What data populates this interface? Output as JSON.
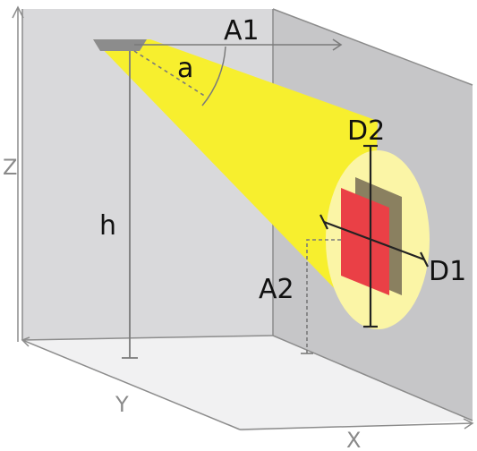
{
  "labels": {
    "a1": "A1",
    "a": "a",
    "d2": "D2",
    "z": "Z",
    "h": "h",
    "d1": "D1",
    "a2": "A2",
    "y": "Y",
    "x": "X"
  },
  "colors": {
    "back_wall": "#d9d9db",
    "right_wall": "#c6c6c8",
    "floor": "#f1f1f2",
    "beam": "#f7ef2e",
    "halo": "#fbf5a6",
    "artwork": "#ea4046",
    "artwork_side": "#8a8060",
    "fixture": "#8c8c8c",
    "line": "#7a7a7a",
    "dim_line": "#222222"
  }
}
